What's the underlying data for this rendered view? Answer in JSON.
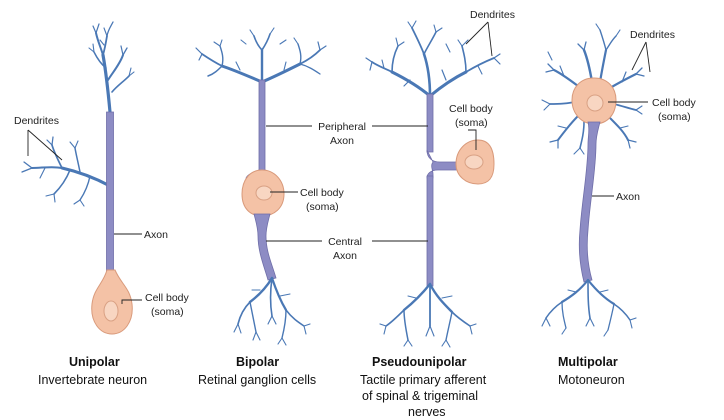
{
  "colors": {
    "dendrite": "#4a78b5",
    "axon": "#8d8cc4",
    "axon_outline": "#6f6ea8",
    "soma_fill": "#f4c2a6",
    "soma_outline": "#d99a7b",
    "nucleus_fill": "#f8d6c2",
    "nucleus_outline": "#d9a184",
    "leader_line": "#222222",
    "text": "#111111"
  },
  "neurons": [
    {
      "type": "Unipolar",
      "description": [
        "Invertebrate neuron"
      ],
      "labels": {
        "dendrites": "Dendrites",
        "axon": "Axon",
        "cell_body": [
          "Cell body",
          "(soma)"
        ]
      }
    },
    {
      "type": "Bipolar",
      "description": [
        "Retinal ganglion cells"
      ],
      "labels": {
        "cell_body": [
          "Cell body",
          "(soma)"
        ]
      }
    },
    {
      "type": "Pseudounipolar",
      "description": [
        "Tactile primary afferent",
        "of spinal & trigeminal",
        "nerves"
      ],
      "labels": {
        "dendrites": "Dendrites",
        "cell_body": [
          "Cell body",
          "(soma)"
        ]
      }
    },
    {
      "type": "Multipolar",
      "description": [
        "Motoneuron"
      ],
      "labels": {
        "dendrites": "Dendrites",
        "axon": "Axon",
        "cell_body": [
          "Cell body",
          "(soma)"
        ]
      }
    }
  ],
  "shared_labels": {
    "peripheral_axon": [
      "Peripheral",
      "Axon"
    ],
    "central_axon": [
      "Central",
      "Axon"
    ]
  }
}
